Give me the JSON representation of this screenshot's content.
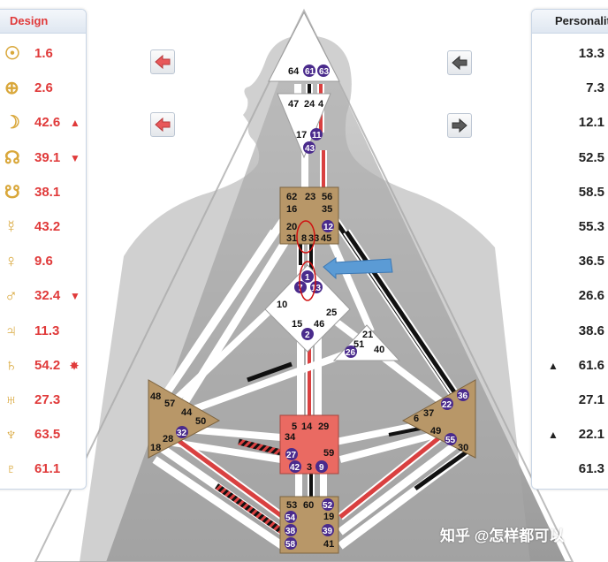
{
  "design_panel": {
    "header": "Design",
    "rows": [
      {
        "value": "1.6",
        "mark": ""
      },
      {
        "value": "2.6",
        "mark": ""
      },
      {
        "value": "42.6",
        "mark": "▲"
      },
      {
        "value": "39.1",
        "mark": "▼"
      },
      {
        "value": "38.1",
        "mark": ""
      },
      {
        "value": "43.2",
        "mark": ""
      },
      {
        "value": "9.6",
        "mark": ""
      },
      {
        "value": "32.4",
        "mark": "▼"
      },
      {
        "value": "11.3",
        "mark": ""
      },
      {
        "value": "54.2",
        "mark": "✸"
      },
      {
        "value": "27.3",
        "mark": ""
      },
      {
        "value": "63.5",
        "mark": ""
      },
      {
        "value": "61.1",
        "mark": ""
      }
    ],
    "planet_symbols": [
      "☉",
      "⊕",
      "☽",
      "☊",
      "☋",
      "☿",
      "♀",
      "♂",
      "♃",
      "♄",
      "♅",
      "♆",
      "♇"
    ]
  },
  "personality_panel": {
    "header": "Personality",
    "rows": [
      {
        "value": "13.3",
        "mark": ""
      },
      {
        "value": "7.3",
        "mark": ""
      },
      {
        "value": "12.1",
        "mark": ""
      },
      {
        "value": "52.5",
        "mark": ""
      },
      {
        "value": "58.5",
        "mark": ""
      },
      {
        "value": "55.3",
        "mark": ""
      },
      {
        "value": "36.5",
        "mark": ""
      },
      {
        "value": "26.6",
        "mark": ""
      },
      {
        "value": "38.6",
        "mark": ""
      },
      {
        "value": "61.6",
        "mark": "▲"
      },
      {
        "value": "27.1",
        "mark": ""
      },
      {
        "value": "22.1",
        "mark": "▲"
      },
      {
        "value": "61.3",
        "mark": ""
      }
    ]
  },
  "colors": {
    "design": "#e03a3a",
    "personality": "#222222",
    "planet": "#d9a73a",
    "gate_circle": "#4a2b8c",
    "center_tan": "#b89768",
    "center_red": "#ea6a62",
    "blue_arrow": "#5b9bd5"
  },
  "gates": {
    "head": [
      "64",
      "61",
      "63"
    ],
    "ajna_top": [
      "47",
      "24",
      "4"
    ],
    "ajna_bottom": [
      "17",
      "11",
      "43"
    ],
    "throat": [
      "62",
      "23",
      "56",
      "16",
      "35",
      "12",
      "20",
      "31",
      "8",
      "33",
      "45"
    ],
    "g": [
      "1",
      "7",
      "13",
      "10",
      "25",
      "15",
      "46",
      "2"
    ],
    "ego": [
      "21",
      "51",
      "26",
      "40"
    ],
    "spleen": [
      "48",
      "57",
      "44",
      "50",
      "32",
      "28",
      "18"
    ],
    "sacral": [
      "5",
      "14",
      "29",
      "34",
      "27",
      "59",
      "42",
      "3",
      "9"
    ],
    "solar": [
      "36",
      "22",
      "6",
      "37",
      "49",
      "55",
      "30"
    ],
    "root": [
      "53",
      "60",
      "52",
      "54",
      "19",
      "38",
      "39",
      "58",
      "41"
    ]
  },
  "watermark": "知乎 @怎样都可以"
}
